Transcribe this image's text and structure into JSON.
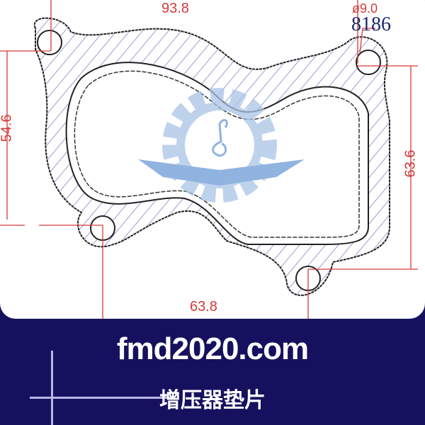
{
  "drawing": {
    "dimensions": {
      "top_width": "93.8",
      "bottom_width": "63.8",
      "left_height": "54.6",
      "right_height": "63.6",
      "hole_diameter": "ø9.0"
    },
    "part_number": "8186"
  },
  "banner": {
    "site": "fmd2020.com",
    "product_title": "增压器垫片"
  },
  "colors": {
    "background": "#15115e",
    "dimension_red": "#d23a3a",
    "hatch_blue": "#3a45a8",
    "logo_blue": "#a9c4e6"
  }
}
